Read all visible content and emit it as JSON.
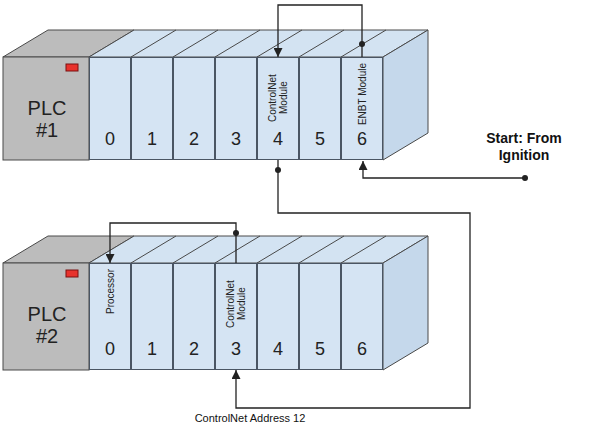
{
  "diagram": {
    "nodes": [
      {
        "text": [
          "PLC #1"
        ]
      },
      {
        "text": [
          "0"
        ],
        "in": 0
      },
      {
        "text": [
          "1"
        ],
        "in": 0
      },
      {
        "text": [
          "2"
        ],
        "in": 0
      },
      {
        "text": [
          "3"
        ],
        "in": 0
      },
      {
        "text": [
          "ControlNet Module",
          "4"
        ],
        "in": 0
      },
      {
        "text": [
          "5"
        ],
        "in": 0
      },
      {
        "text": [
          "ENBT Module",
          "6"
        ],
        "in": 0
      },
      {
        "text": [
          "PLC #2"
        ]
      },
      {
        "text": [
          "Processor",
          "0"
        ],
        "in": 8
      },
      {
        "text": [
          "1"
        ],
        "in": 8
      },
      {
        "text": [
          "2"
        ],
        "in": 8
      },
      {
        "text": [
          "ControlNet Module",
          "3"
        ],
        "in": 8
      },
      {
        "text": [
          "4"
        ],
        "in": 8
      },
      {
        "text": [
          "5"
        ],
        "in": 8
      },
      {
        "text": [
          "6"
        ],
        "in": 8
      }
    ],
    "edges": [
      {
        "from": 7,
        "to": 5,
        "arrow": "to"
      },
      {
        "from": 5,
        "to": 12,
        "arrow": "to"
      },
      {
        "from": 12,
        "to": 9,
        "arrow": "to"
      }
    ],
    "labels": [
      "Start: From Ignition",
      "ControlNet Address 12"
    ]
  }
}
